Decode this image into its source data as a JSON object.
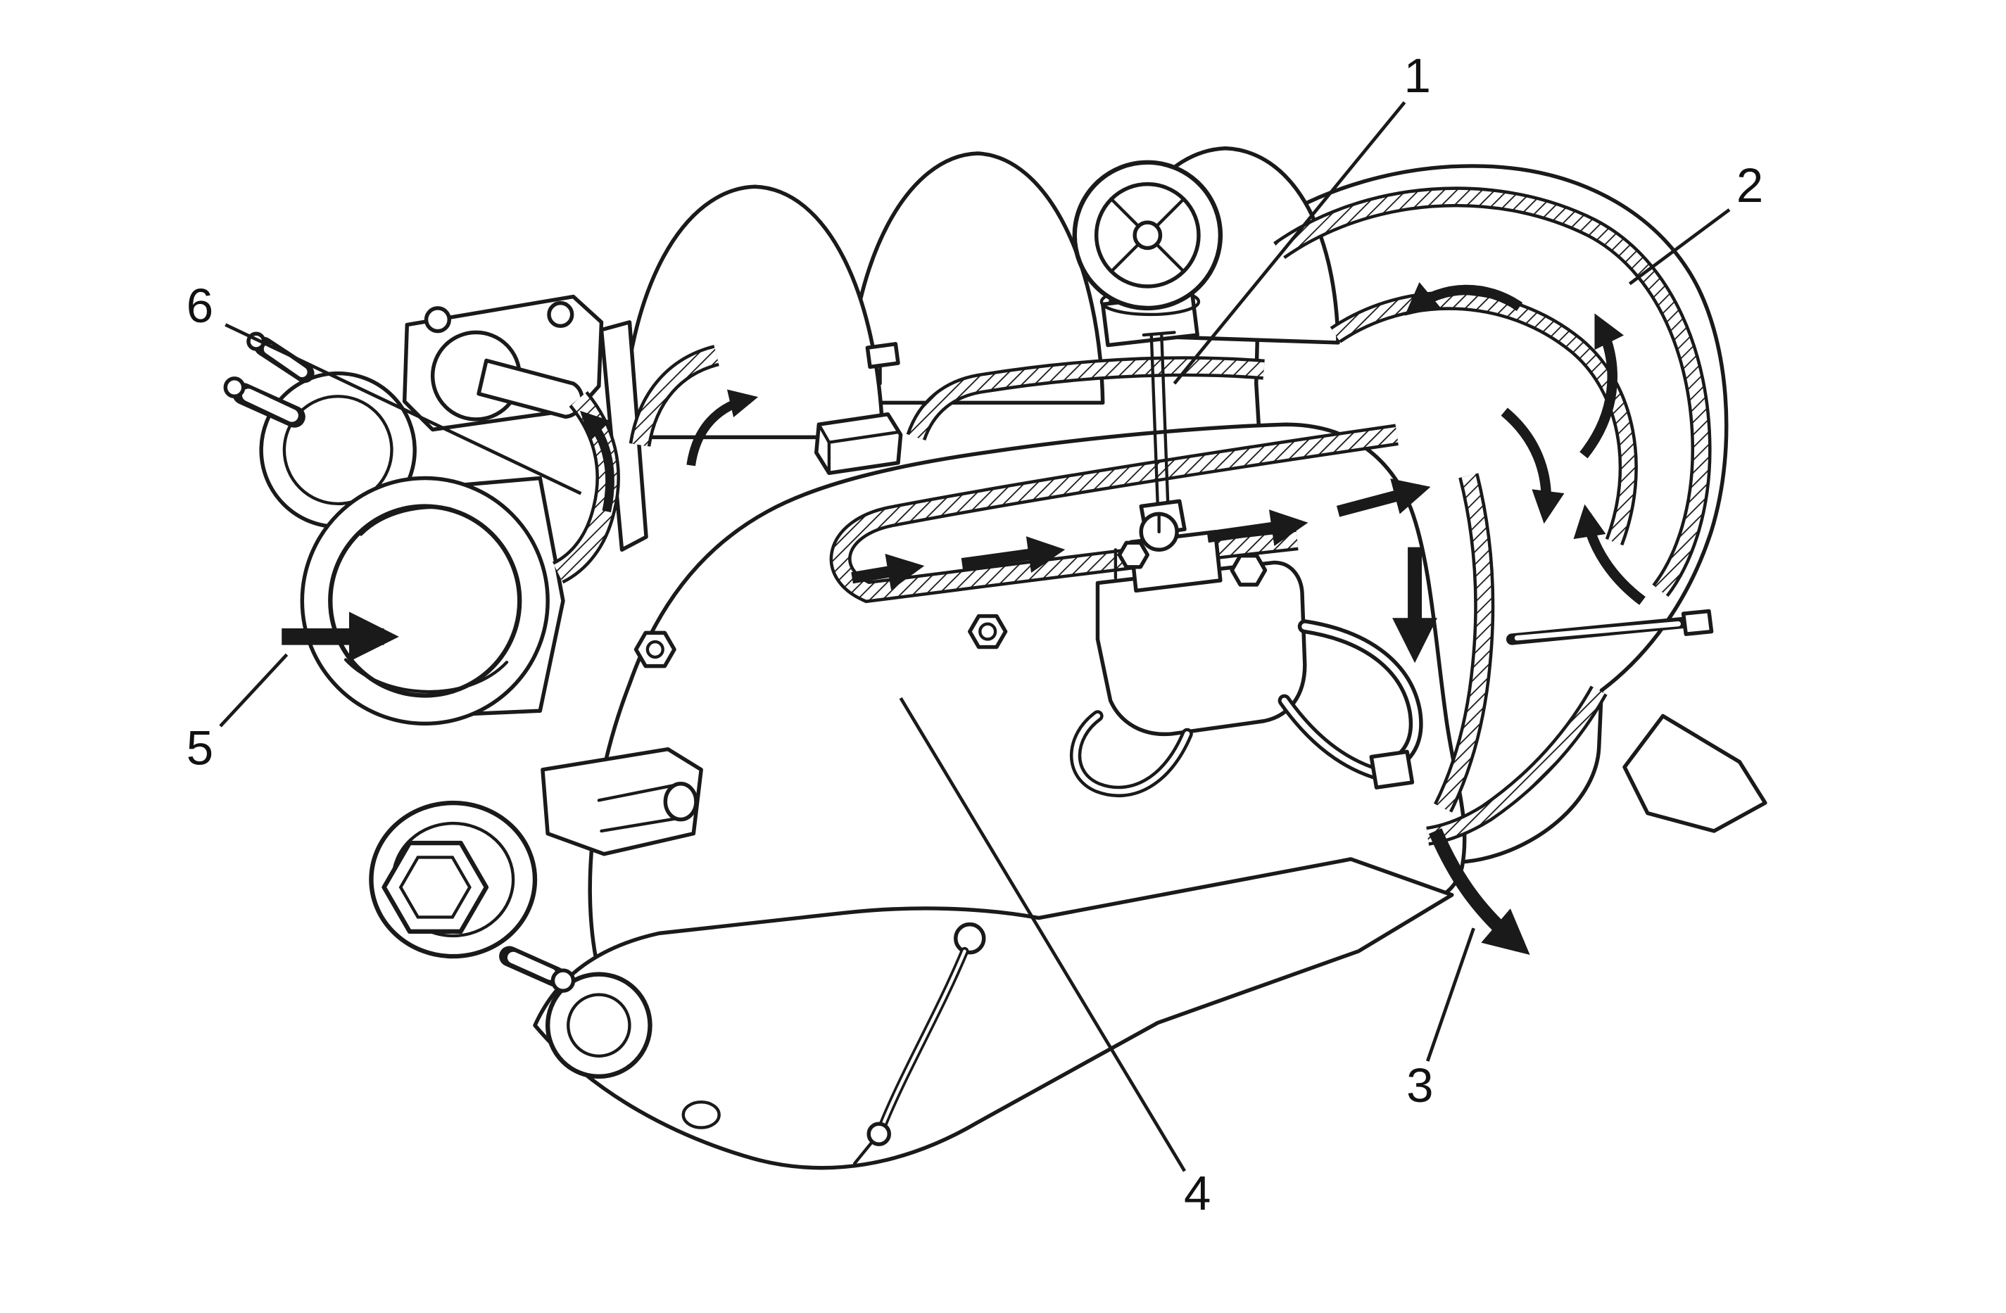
{
  "page": {
    "background_color": "#ffffff",
    "ink_color": "#1a1a1a"
  },
  "diagram": {
    "type": "engine-intake-airflow-cutaway-line-drawing",
    "callouts": [
      {
        "label": "1"
      },
      {
        "label": "2"
      },
      {
        "label": "3"
      },
      {
        "label": "4"
      },
      {
        "label": "5"
      },
      {
        "label": "6"
      }
    ],
    "flow_icons": {
      "inlet": "air-inlet-arrow",
      "passage": "airflow-direction-arrows",
      "plenum": "plenum-swirl-arrows",
      "outlet": "air-outlet-arrow"
    }
  }
}
